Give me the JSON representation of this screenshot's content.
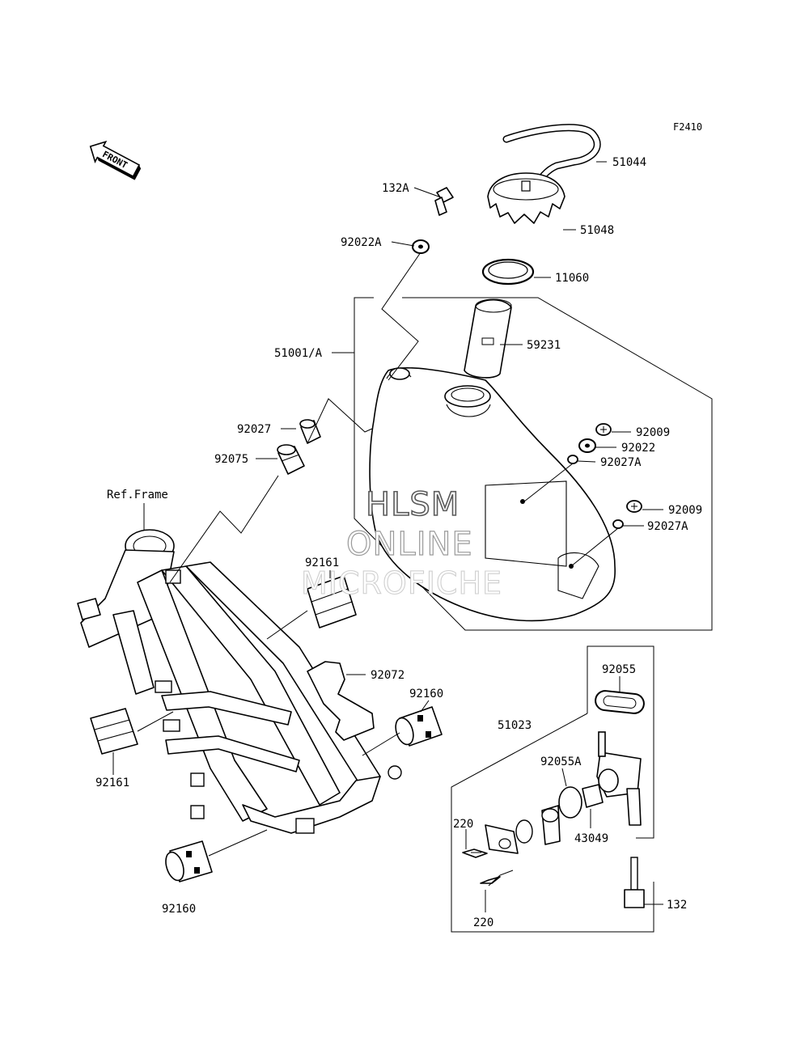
{
  "figure_code": "F2410",
  "front_arrow": {
    "text": "FRONT",
    "icon": "front-arrow-icon"
  },
  "reference_label": "Ref.Frame",
  "watermark": [
    "HLSM",
    "ONLINE",
    "MICROFICHE"
  ],
  "parts": {
    "p51044": "51044",
    "p51048": "51048",
    "p132A": "132A",
    "p92022A": "92022A",
    "p11060": "11060",
    "p59231": "59231",
    "p51001A": "51001/A",
    "p92027": "92027",
    "p92075": "92075",
    "p92009a": "92009",
    "p92022": "92022",
    "p92027Aa": "92027A",
    "p92009b": "92009",
    "p92027Ab": "92027A",
    "p92161a": "92161",
    "p92072": "92072",
    "p92160a": "92160",
    "p92161b": "92161",
    "p92160b": "92160",
    "p92055": "92055",
    "p51023": "51023",
    "p92055A": "92055A",
    "p220a": "220",
    "p43049": "43049",
    "p220b": "220",
    "p132": "132"
  }
}
